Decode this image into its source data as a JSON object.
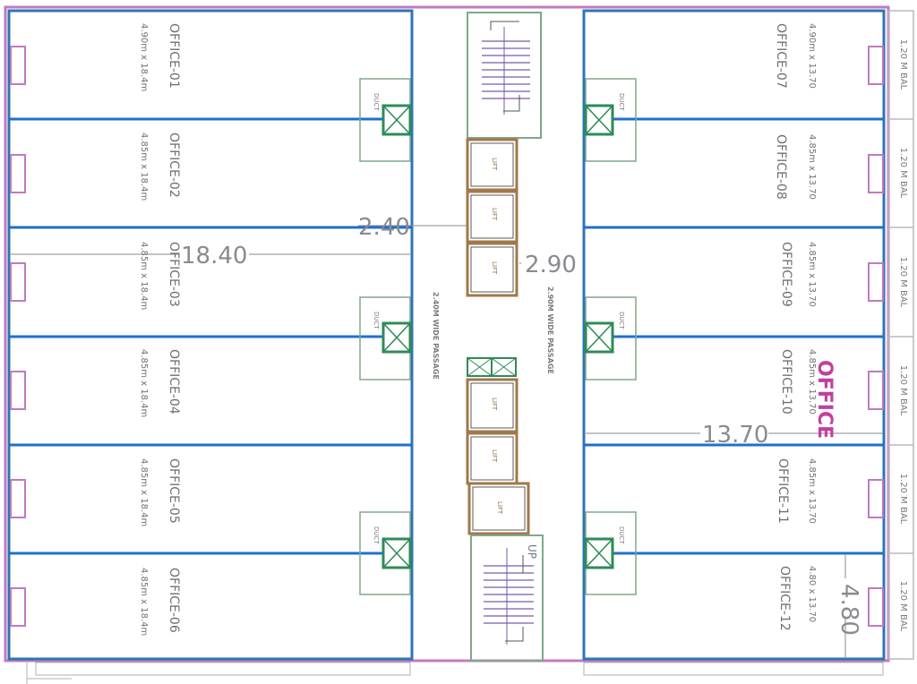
{
  "offices_left": [
    {
      "name": "OFFICE-01",
      "size": "4.90m x 18.4m"
    },
    {
      "name": "OFFICE-02",
      "size": "4.85m x 18.4m"
    },
    {
      "name": "OFFICE-03",
      "size": "4.85m x 18.4m"
    },
    {
      "name": "OFFICE-04",
      "size": "4.85m x 18.4m"
    },
    {
      "name": "OFFICE-05",
      "size": "4.85m x 18.4m"
    },
    {
      "name": "OFFICE-06",
      "size": "4.85m x 18.4m"
    }
  ],
  "offices_right": [
    {
      "name": "OFFICE-07",
      "size": "4.90m x 13.70"
    },
    {
      "name": "OFFICE-08",
      "size": "4.85m x 13.70"
    },
    {
      "name": "OFFICE-09",
      "size": "4.85m x 13.70"
    },
    {
      "name": "OFFICE-10",
      "size": "4.85m x 13.70"
    },
    {
      "name": "OFFICE-11",
      "size": "4.85m x 13.70"
    },
    {
      "name": "OFFICE-12",
      "size": "4.80 x 13.70"
    }
  ],
  "balconies": [
    "1.20 M BAL",
    "1.20 M BAL",
    "1.20 M BAL",
    "1.20 M BAL",
    "1.20 M BAL",
    "1.20 M BAL"
  ],
  "dimensions": {
    "left_width": "18.40",
    "left_passage": "2.40",
    "right_passage": "2.90",
    "right_width": "13.70",
    "bay_width": "4.80"
  },
  "passages": {
    "left": "2.40M WIDE PASSAGE",
    "right": "2.90M WIDE PASSAGE"
  },
  "stair_marker": "UP",
  "tag": "OFFICE",
  "lift_label": "LIFT",
  "duct_label": "DUCT",
  "accent_colors": {
    "outline": "#c07ac0",
    "wall": "#2f74b5",
    "divider": "#1f6fce",
    "duct": "#2e8b57",
    "lift": "#a0784a",
    "stair": "#7a5aa8",
    "tag": "#c040a0"
  }
}
